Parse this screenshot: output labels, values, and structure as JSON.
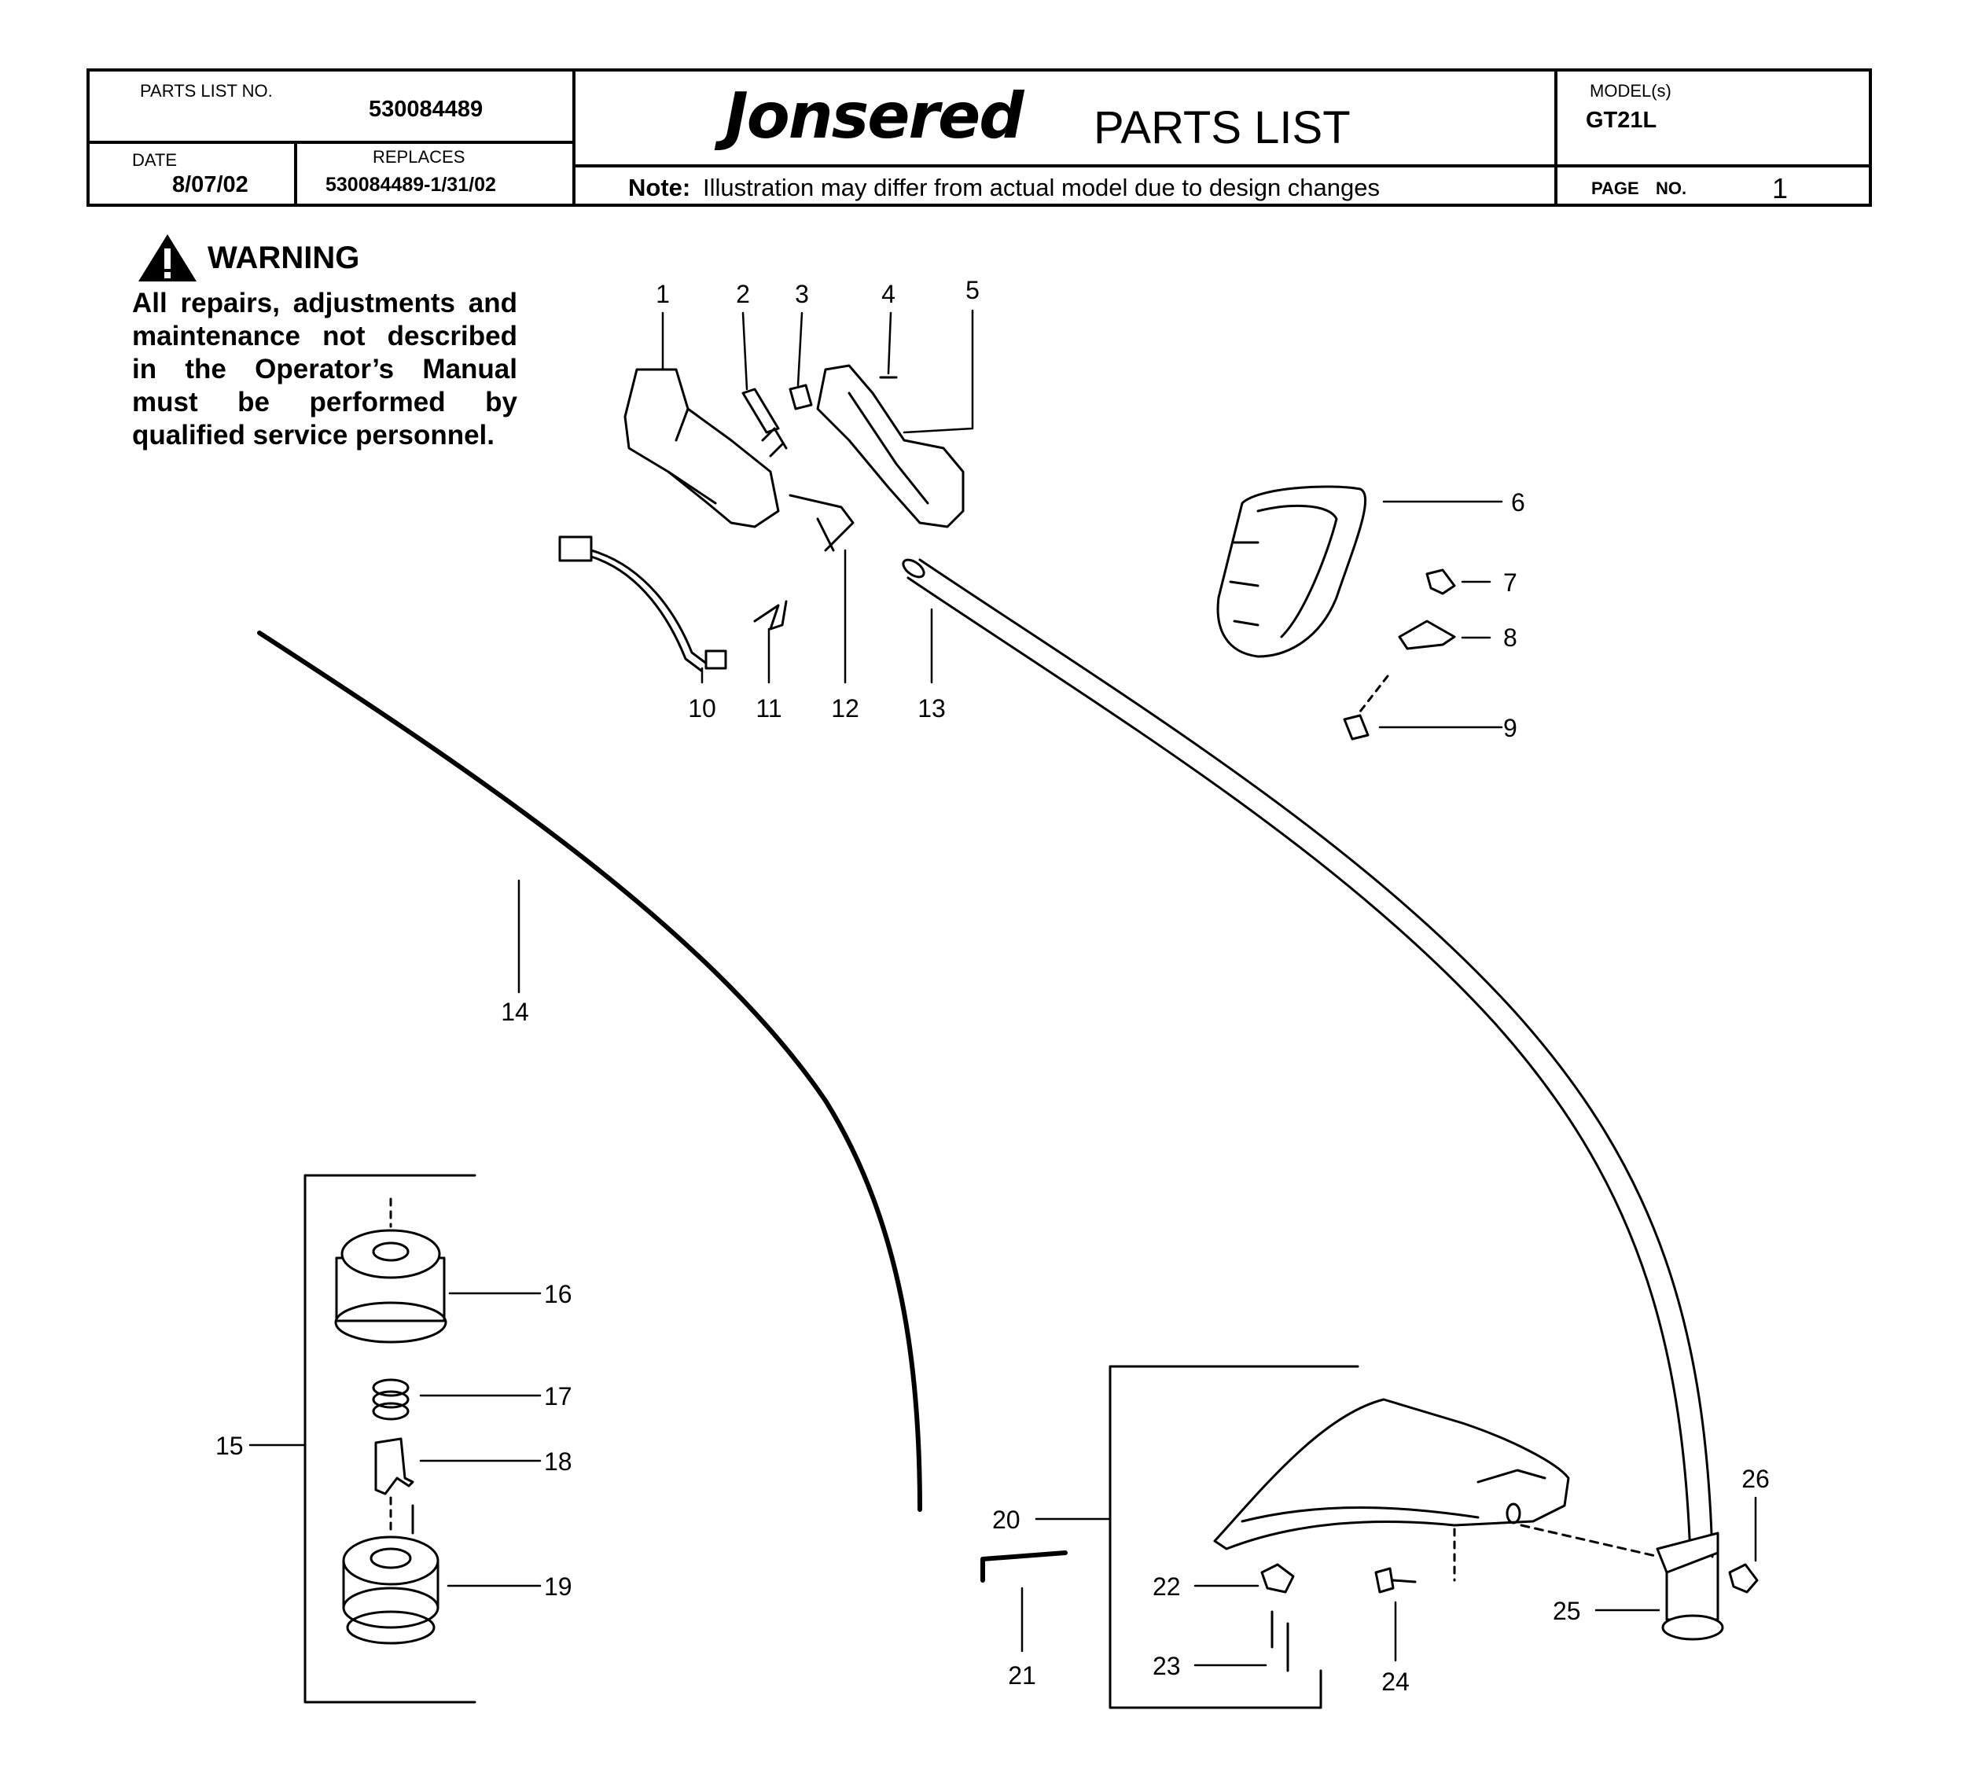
{
  "header": {
    "parts_list_no_label": "PARTS LIST NO.",
    "parts_list_no": "530084489",
    "date_label": "DATE",
    "date": "8/07/02",
    "replaces_label": "REPLACES",
    "replaces": "530084489-1/31/02",
    "brand": "Jonsered",
    "title": "PARTS LIST",
    "note_label": "Note:",
    "note": "Illustration may differ from actual model due to design changes",
    "models_label": "MODEL(s)",
    "model": "GT21L",
    "page_label": "PAGE",
    "page_no_label": "NO.",
    "page_no": "1"
  },
  "warning": {
    "title": "WARNING",
    "text": "All repairs, adjustments and maintenance not described in the Operator’s Manual must be performed by qualified service personnel."
  },
  "callouts": [
    "1",
    "2",
    "3",
    "4",
    "5",
    "6",
    "7",
    "8",
    "9",
    "10",
    "11",
    "12",
    "13",
    "14",
    "15",
    "16",
    "17",
    "18",
    "19",
    "20",
    "21",
    "22",
    "23",
    "24",
    "25",
    "26"
  ]
}
